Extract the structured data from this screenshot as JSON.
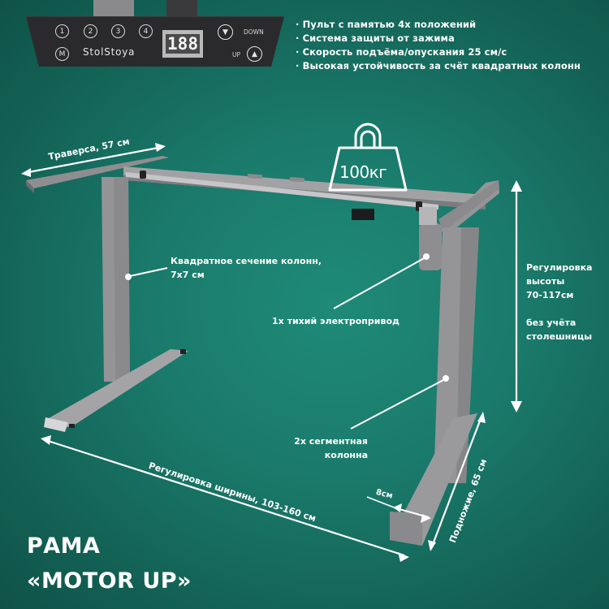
{
  "control_panel": {
    "memory_buttons": [
      "1",
      "2",
      "3",
      "4"
    ],
    "memory_set_button": "M",
    "brand": "StolStoya",
    "display_value": "188",
    "down_label": "DOWN",
    "up_label": "UP",
    "down_icon": "triangle-down-icon",
    "up_icon": "triangle-up-icon"
  },
  "features": [
    "Пульт с памятью 4х положений",
    "Система защиты от зажима",
    "Скорость подъёма/опускания 25 см/с",
    "Высокая устойчивость за счёт квадратных колонн"
  ],
  "weight_badge": {
    "icon": "kettlebell-weight-icon",
    "label": "100кг"
  },
  "annotations": {
    "traverse": "Траверса, 57 см",
    "column_section": [
      "Квадратное сечение колонн,",
      "7х7 см"
    ],
    "motor": "1х тихий электропривод",
    "height": [
      "Регулировка",
      "высоты",
      "70-117см",
      "",
      "без учёта",
      "столешницы"
    ],
    "segment_column": [
      "2х сегментная",
      "колонна"
    ],
    "width": "Регулировка ширины, 103-160 см",
    "foot_length": "Подножие, 65 см",
    "foot_width": "8см"
  },
  "title": {
    "line1": "РАМА",
    "line2": "«MOTOR UP»"
  },
  "colors": {
    "background": "#1a7a6b",
    "frame": "#9a9a9c",
    "panel": "#2a2a2c",
    "text": "#ffffff"
  }
}
